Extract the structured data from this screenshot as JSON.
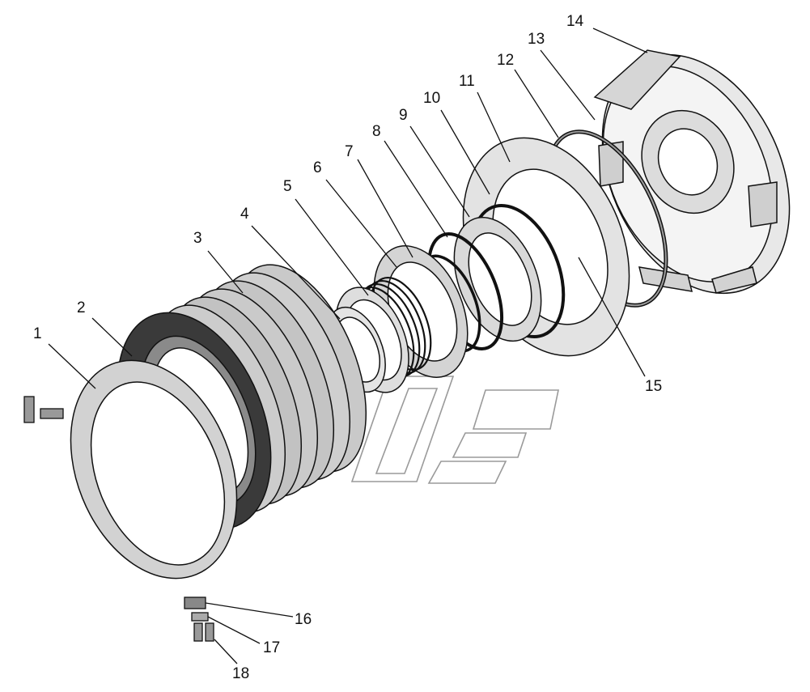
{
  "diagram": {
    "callouts": [
      {
        "id": "1",
        "label": "1"
      },
      {
        "id": "2",
        "label": "2"
      },
      {
        "id": "3",
        "label": "3"
      },
      {
        "id": "4",
        "label": "4"
      },
      {
        "id": "5",
        "label": "5"
      },
      {
        "id": "6",
        "label": "6"
      },
      {
        "id": "7",
        "label": "7"
      },
      {
        "id": "8",
        "label": "8"
      },
      {
        "id": "9",
        "label": "9"
      },
      {
        "id": "10",
        "label": "10"
      },
      {
        "id": "11",
        "label": "11"
      },
      {
        "id": "12",
        "label": "12"
      },
      {
        "id": "13",
        "label": "13"
      },
      {
        "id": "14",
        "label": "14"
      },
      {
        "id": "15",
        "label": "15"
      },
      {
        "id": "16",
        "label": "16"
      },
      {
        "id": "17",
        "label": "17"
      },
      {
        "id": "18",
        "label": "18"
      }
    ],
    "colors": {
      "line": "#111111",
      "metal_light": "#e6e6e6",
      "metal_mid": "#bdbdbd",
      "friction_dark": "#3a3a3a",
      "background": "#ffffff"
    }
  }
}
